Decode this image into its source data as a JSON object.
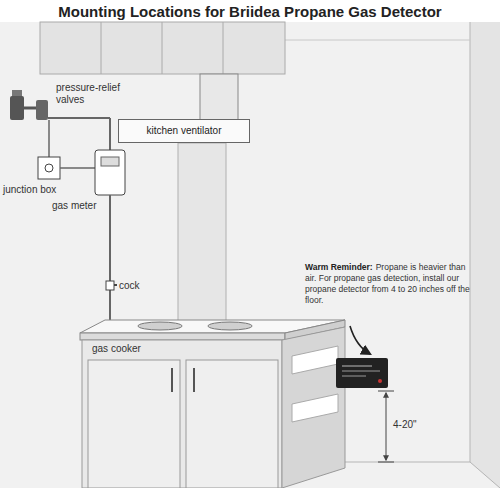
{
  "diagram": {
    "title": "Mounting Locations for Briidea Propane Gas Detector",
    "nodes": [
      {
        "text": [
          "kitchen ventilator"
        ]
      }
    ],
    "labels": [
      "pressure-relief valves",
      "junction box",
      "gas meter",
      "cock",
      "gas cooker",
      "Warm Reminder:",
      "Propane is heavier than air. For propane gas detection, install our propane detector from 4 to 20 inches off the floor.",
      "4-20\""
    ]
  }
}
